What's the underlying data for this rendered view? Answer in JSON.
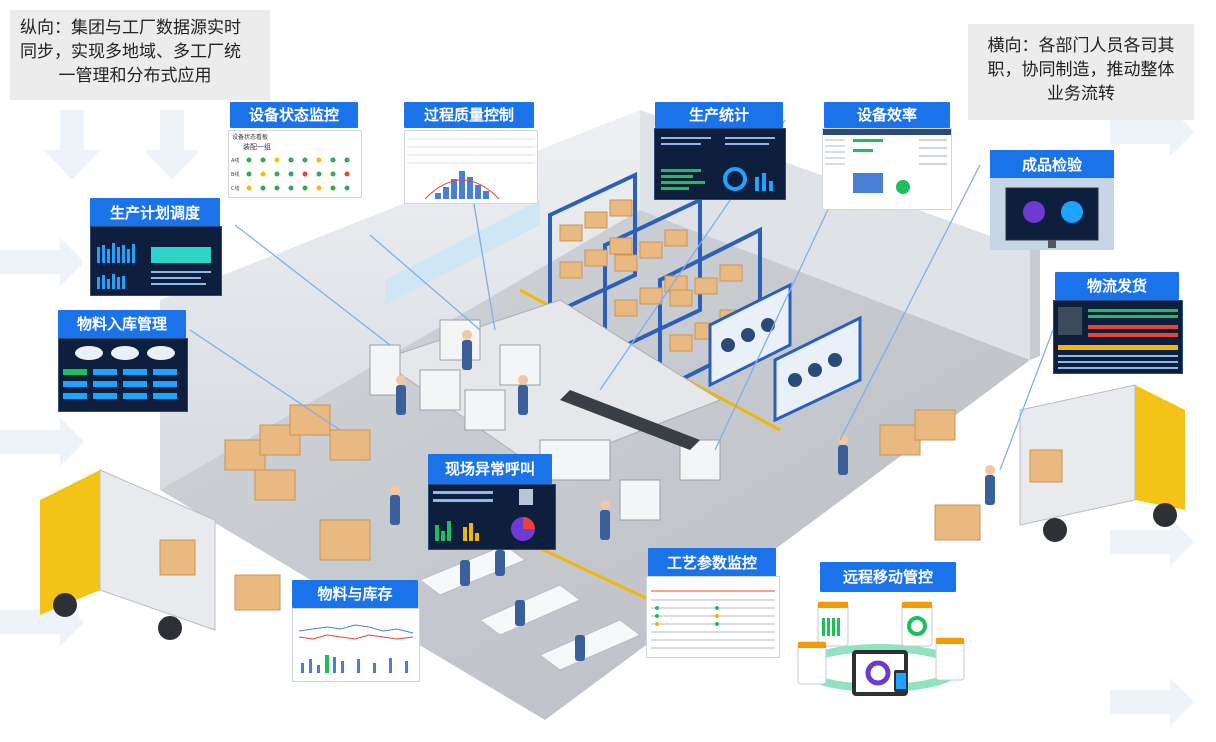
{
  "notes": {
    "vertical": [
      "纵向：集团与工厂数据源实时",
      "同步，实现多地域、多工厂统",
      "一管理和分布式应用"
    ],
    "horizontal": [
      "横向：各部门人员各司其",
      "职，协同制造，推动整体",
      "业务流转"
    ]
  },
  "labels": {
    "equipment_status": "设备状态监控",
    "quality_control": "过程质量控制",
    "production_stats": "生产统计",
    "equipment_efficiency": "设备效率",
    "finished_inspection": "成品检验",
    "production_planning": "生产计划调度",
    "logistics_shipping": "物流发货",
    "material_storage": "物料入库管理",
    "onsite_alert": "现场异常呼叫",
    "process_monitor": "工艺参数监控",
    "material_inventory": "物料与库存",
    "remote_mobile": "远程移动管控"
  },
  "equipment_status_panel": {
    "header": "设备状态看板",
    "group_title": "装配一组",
    "rows": [
      "A线",
      "B线",
      "C线"
    ]
  },
  "colors": {
    "label_bg": "#1a73e8",
    "note_bg": "#ececec",
    "floor": "#c9ccd1",
    "wall": "#e3e6ea",
    "rack": "#2b5fb8",
    "box": "#e9b981",
    "truck_cab": "#f3c417",
    "worker": "#3a5f9a"
  }
}
